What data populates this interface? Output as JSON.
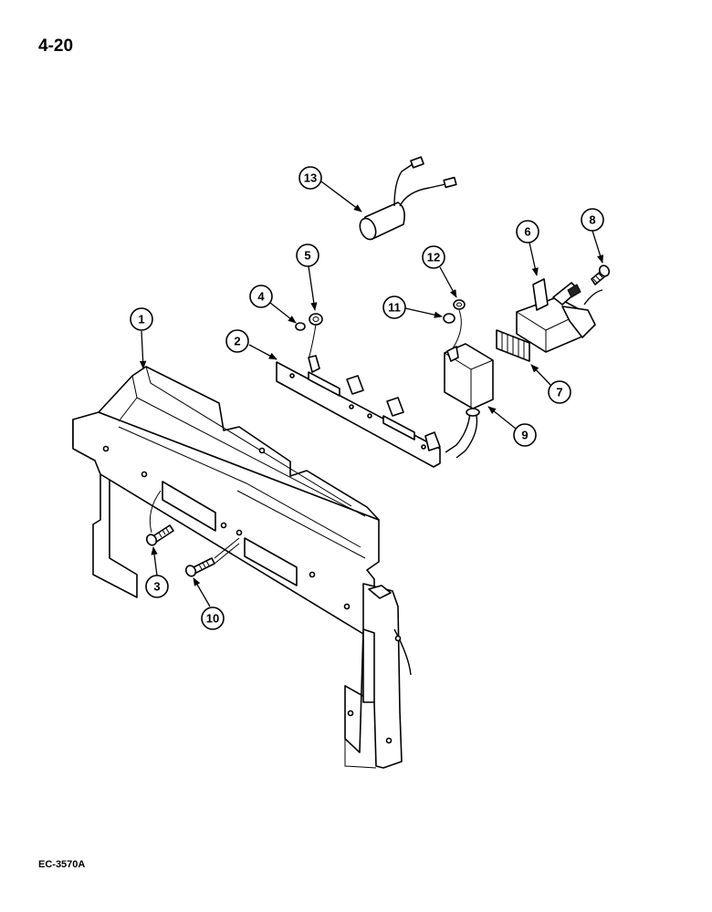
{
  "page": {
    "number": "4-20",
    "figure_code": "EC-3570A"
  },
  "callouts": [
    {
      "id": "callout-1",
      "label": "1"
    },
    {
      "id": "callout-2",
      "label": "2"
    },
    {
      "id": "callout-3",
      "label": "3"
    },
    {
      "id": "callout-4",
      "label": "4"
    },
    {
      "id": "callout-5",
      "label": "5"
    },
    {
      "id": "callout-6",
      "label": "6"
    },
    {
      "id": "callout-7",
      "label": "7"
    },
    {
      "id": "callout-8",
      "label": "8"
    },
    {
      "id": "callout-9",
      "label": "9"
    },
    {
      "id": "callout-10",
      "label": "10"
    },
    {
      "id": "callout-11",
      "label": "11"
    },
    {
      "id": "callout-12",
      "label": "12"
    },
    {
      "id": "callout-13",
      "label": "13"
    }
  ]
}
